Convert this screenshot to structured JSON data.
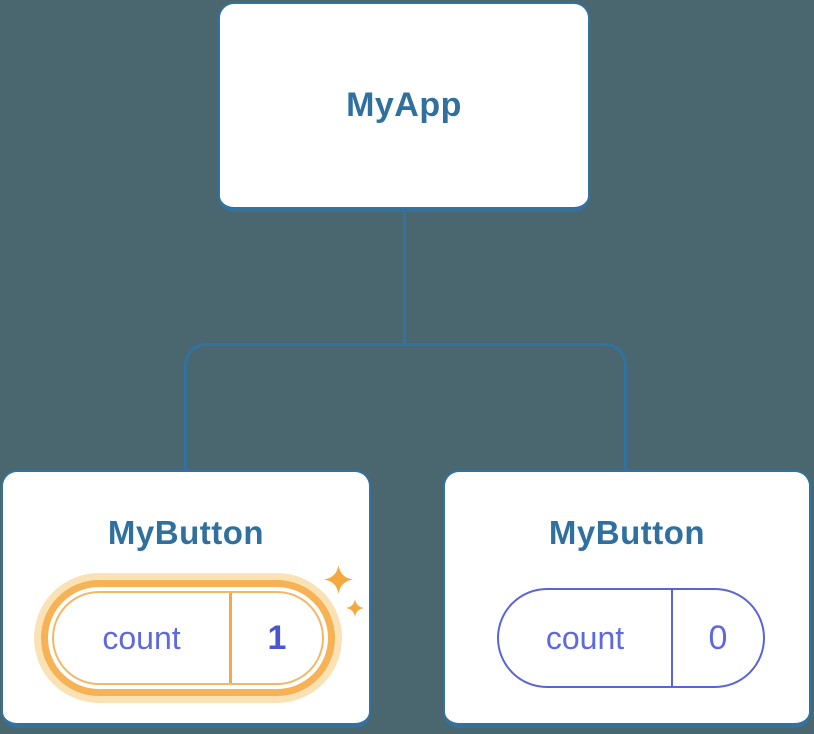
{
  "tree": {
    "root": {
      "label": "MyApp"
    },
    "children": [
      {
        "title": "MyButton",
        "state": {
          "name": "count",
          "value": "1"
        },
        "highlighted": true
      },
      {
        "title": "MyButton",
        "state": {
          "name": "count",
          "value": "0"
        },
        "highlighted": false
      }
    ]
  },
  "icons": {
    "sparkles": "sparkles-icon"
  },
  "colors": {
    "background": "#4a6770",
    "card_border": "#33719f",
    "heading_text": "#30709f",
    "connector": "#33719f",
    "state_text": "#5f69de",
    "state_border": "#5a64d8",
    "state_value_highlighted": "#4a55d2",
    "highlight_orange": "#f6b254",
    "highlight_halo": "#fbe2b4",
    "sparkle": "#f4a940"
  }
}
